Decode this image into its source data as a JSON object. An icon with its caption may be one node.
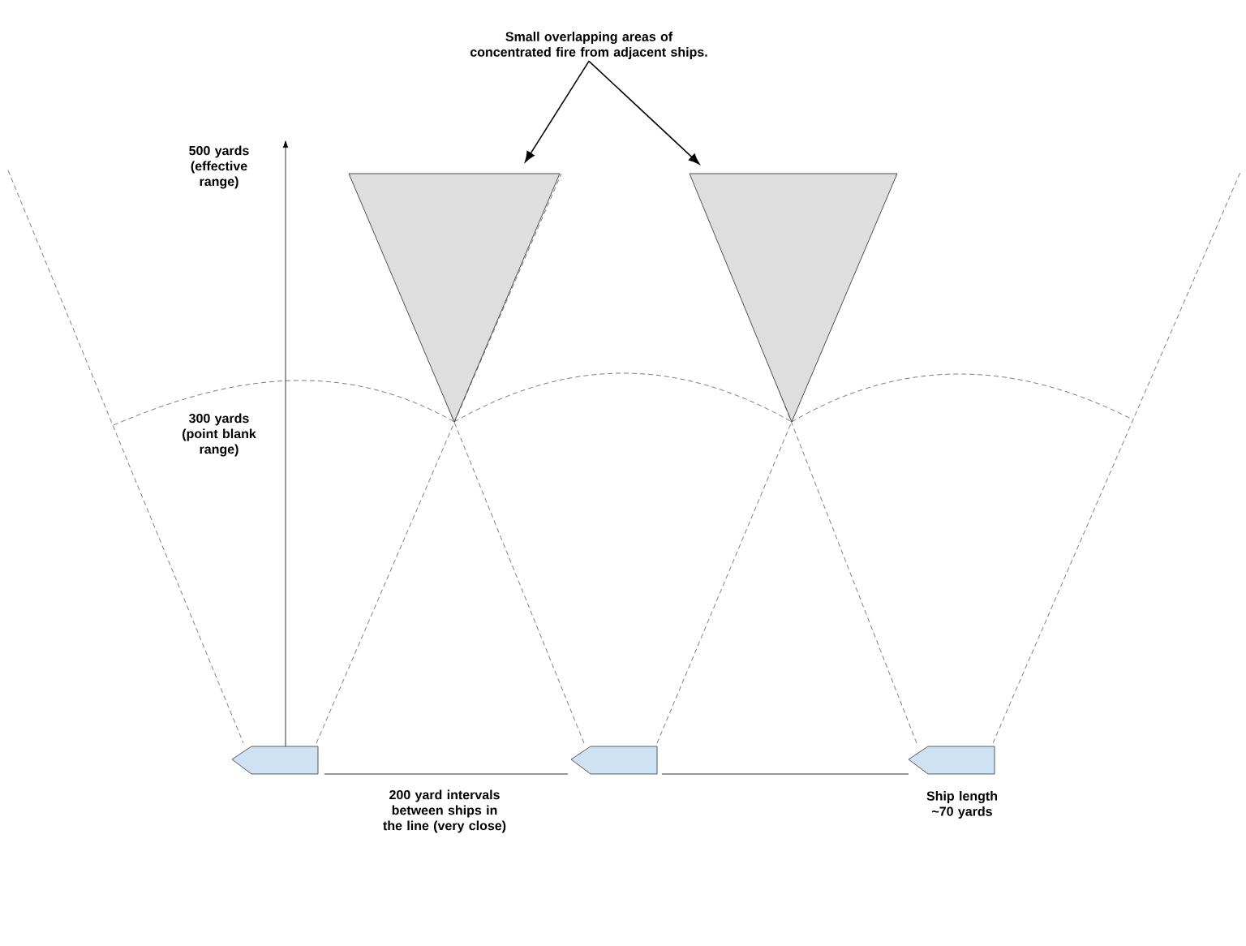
{
  "diagram": {
    "nodes": [
      {
        "text": [
          "Small overlapping areas of concentrated fire from adjacent ships."
        ]
      },
      {
        "text": [],
        "shape": "triangle"
      },
      {
        "text": [],
        "shape": "triangle"
      }
    ],
    "edges": [
      {
        "from": 0,
        "to": 1,
        "arrow": "to"
      },
      {
        "from": 0,
        "to": 2,
        "arrow": "to"
      }
    ],
    "labels": [
      "500 yards (effective range)",
      "300 yards (point blank range)",
      "200 yard intervals between ships in the line (very close)",
      "Ship length ~70 yards"
    ]
  }
}
